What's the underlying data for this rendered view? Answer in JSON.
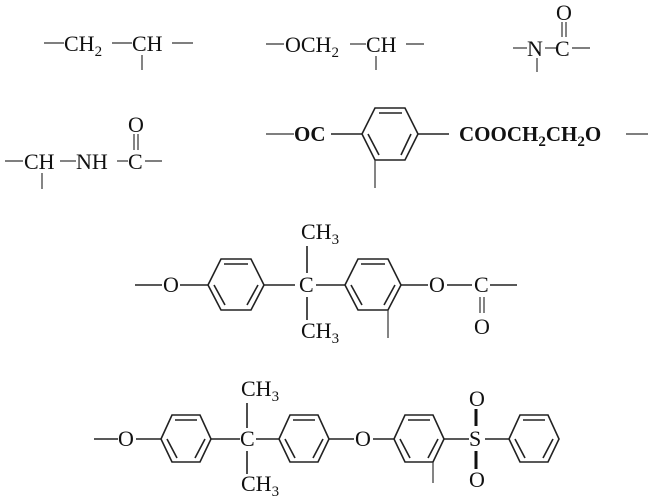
{
  "structures": [
    {
      "id": "polypropylene-unit",
      "labels": [
        "CH",
        "2",
        "CH"
      ]
    },
    {
      "id": "polyoxymethylene-unit",
      "labels": [
        "OCH",
        "2",
        "CH"
      ]
    },
    {
      "id": "amide-n-unit",
      "labels": [
        "N",
        "C",
        "O"
      ]
    },
    {
      "id": "polyamide-unit",
      "labels": [
        "CH",
        "NH",
        "C",
        "O"
      ]
    },
    {
      "id": "polyester-unit",
      "labels": [
        "OC",
        "COOCH",
        "2",
        "CH",
        "2",
        "O"
      ]
    },
    {
      "id": "polycarbonate-unit",
      "labels": [
        "O",
        "CH",
        "3",
        "C",
        "CH",
        "3",
        "O",
        "C",
        "O"
      ]
    },
    {
      "id": "polysulfone-unit",
      "labels": [
        "O",
        "CH",
        "3",
        "C",
        "CH",
        "3",
        "O",
        "S",
        "O",
        "O"
      ]
    }
  ],
  "colors": {
    "ink": "#111111",
    "background": "#ffffff"
  }
}
